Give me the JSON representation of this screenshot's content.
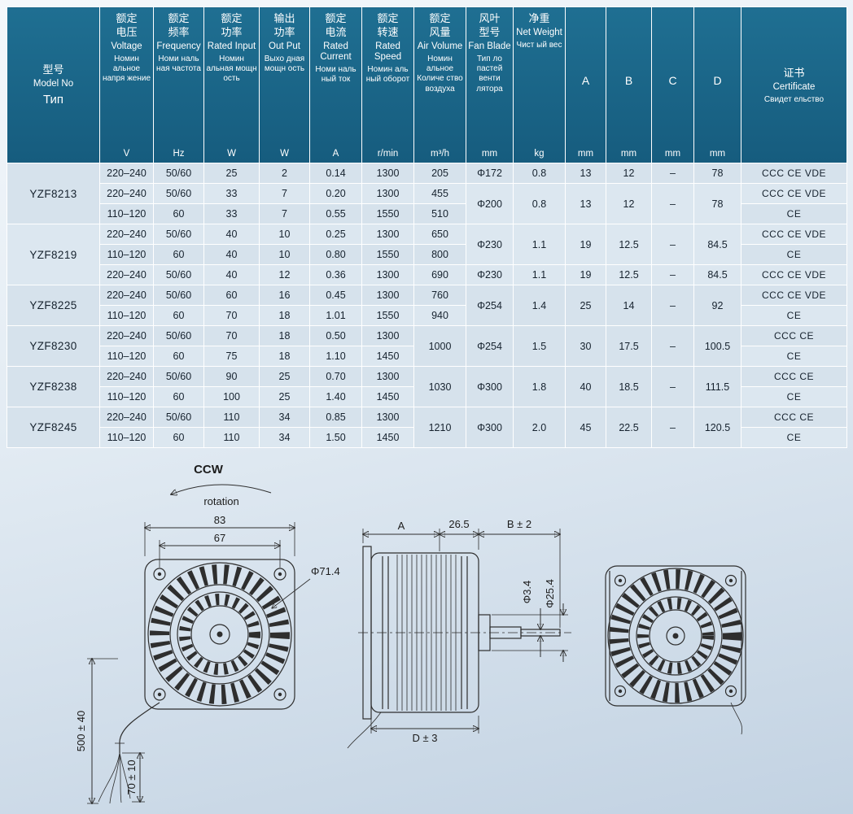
{
  "table": {
    "header": {
      "model": {
        "zh": "型号",
        "en": "Model No",
        "ru": "Тип"
      },
      "voltage": {
        "zh1": "额定",
        "zh2": "电压",
        "en": "Voltage",
        "ru": "Номин альное напря жение",
        "unit": "V"
      },
      "frequency": {
        "zh1": "额定",
        "zh2": "频率",
        "en": "Frequency",
        "ru": "Номи наль ная частота",
        "unit": "Hz"
      },
      "input": {
        "zh1": "额定",
        "zh2": "功率",
        "en": "Rated Input",
        "ru": "Номин альная мощн ость",
        "unit": "W"
      },
      "output": {
        "zh1": "输出",
        "zh2": "功率",
        "en": "Out Put",
        "ru": "Выхо дная мощн ость",
        "unit": "W"
      },
      "current": {
        "zh1": "额定",
        "zh2": "电流",
        "en": "Rated Current",
        "ru": "Номи наль ный ток",
        "unit": "A"
      },
      "speed": {
        "zh1": "额定",
        "zh2": "转速",
        "en": "Rated Speed",
        "ru": "Номин аль ный оборот",
        "unit": "r/min"
      },
      "volume": {
        "zh1": "额定",
        "zh2": "风量",
        "en": "Air Volume",
        "ru": "Номин альное Количе ство воздуха",
        "unit": "m³/h"
      },
      "fan": {
        "zh1": "风叶",
        "zh2": "型号",
        "en": "Fan Blade",
        "ru": "Тип ло пастей венти лятора",
        "unit": "mm"
      },
      "weight": {
        "zh": "净重",
        "en": "Net Weight",
        "ru": "Чист ый вес",
        "unit": "kg"
      },
      "a": {
        "label": "A",
        "unit": "mm"
      },
      "b": {
        "label": "B",
        "unit": "mm"
      },
      "c": {
        "label": "C",
        "unit": "mm"
      },
      "d": {
        "label": "D",
        "unit": "mm"
      },
      "cert": {
        "zh": "证书",
        "en": "Certificate",
        "ru": "Свидет ельство"
      }
    },
    "body": {
      "g0": {
        "model": "YZF8213",
        "r0": {
          "v": "220–240",
          "hz": "50/60",
          "win": "25",
          "wout": "2",
          "amp": "0.14",
          "rpm": "1300",
          "vol": "205",
          "fan": "Φ172",
          "kg": "0.8",
          "A": "13",
          "B": "12",
          "C": "–",
          "D": "78",
          "cert": "CCC CE VDE"
        },
        "r1": {
          "v": "220–240",
          "hz": "50/60",
          "win": "33",
          "wout": "7",
          "amp": "0.20",
          "rpm": "1300",
          "vol": "455",
          "fan": "Φ200",
          "kg": "0.8",
          "A": "13",
          "B": "12",
          "C": "–",
          "D": "78",
          "cert": "CCC CE VDE"
        },
        "r2": {
          "v": "110–120",
          "hz": "60",
          "win": "33",
          "wout": "7",
          "amp": "0.55",
          "rpm": "1550",
          "vol": "510",
          "cert": "CE"
        }
      },
      "g1": {
        "model": "YZF8219",
        "r0": {
          "v": "220–240",
          "hz": "50/60",
          "win": "40",
          "wout": "10",
          "amp": "0.25",
          "rpm": "1300",
          "vol": "650",
          "fan": "Φ230",
          "kg": "1.1",
          "A": "19",
          "B": "12.5",
          "C": "–",
          "D": "84.5",
          "cert": "CCC CE VDE"
        },
        "r1": {
          "v": "110–120",
          "hz": "60",
          "win": "40",
          "wout": "10",
          "amp": "0.80",
          "rpm": "1550",
          "vol": "800",
          "cert": "CE"
        },
        "r2": {
          "v": "220–240",
          "hz": "50/60",
          "win": "40",
          "wout": "12",
          "amp": "0.36",
          "rpm": "1300",
          "vol": "690",
          "fan": "Φ230",
          "kg": "1.1",
          "A": "19",
          "B": "12.5",
          "C": "–",
          "D": "84.5",
          "cert": "CCC CE VDE"
        }
      },
      "g2": {
        "model": "YZF8225",
        "r0": {
          "v": "220–240",
          "hz": "50/60",
          "win": "60",
          "wout": "16",
          "amp": "0.45",
          "rpm": "1300",
          "vol": "760",
          "fan": "Φ254",
          "kg": "1.4",
          "A": "25",
          "B": "14",
          "C": "–",
          "D": "92",
          "cert": "CCC CE VDE"
        },
        "r1": {
          "v": "110–120",
          "hz": "60",
          "win": "70",
          "wout": "18",
          "amp": "1.01",
          "rpm": "1550",
          "vol": "940",
          "cert": "CE"
        }
      },
      "g3": {
        "model": "YZF8230",
        "r0": {
          "v": "220–240",
          "hz": "50/60",
          "win": "70",
          "wout": "18",
          "amp": "0.50",
          "rpm": "1300",
          "vol": "1000",
          "fan": "Φ254",
          "kg": "1.5",
          "A": "30",
          "B": "17.5",
          "C": "–",
          "D": "100.5",
          "cert": "CCC CE"
        },
        "r1": {
          "v": "110–120",
          "hz": "60",
          "win": "75",
          "wout": "18",
          "amp": "1.10",
          "rpm": "1450",
          "cert": "CE"
        }
      },
      "g4": {
        "model": "YZF8238",
        "r0": {
          "v": "220–240",
          "hz": "50/60",
          "win": "90",
          "wout": "25",
          "amp": "0.70",
          "rpm": "1300",
          "vol": "1030",
          "fan": "Φ300",
          "kg": "1.8",
          "A": "40",
          "B": "18.5",
          "C": "–",
          "D": "111.5",
          "cert": "CCC CE"
        },
        "r1": {
          "v": "110–120",
          "hz": "60",
          "win": "100",
          "wout": "25",
          "amp": "1.40",
          "rpm": "1450",
          "cert": "CE"
        }
      },
      "g5": {
        "model": "YZF8245",
        "r0": {
          "v": "220–240",
          "hz": "50/60",
          "win": "110",
          "wout": "34",
          "amp": "0.85",
          "rpm": "1300",
          "vol": "1210",
          "fan": "Φ300",
          "kg": "2.0",
          "A": "45",
          "B": "22.5",
          "C": "–",
          "D": "120.5",
          "cert": "CCC CE"
        },
        "r1": {
          "v": "110–120",
          "hz": "60",
          "win": "110",
          "wout": "34",
          "amp": "1.50",
          "rpm": "1450",
          "cert": "CE"
        }
      }
    }
  },
  "drawing": {
    "ccw_label": "CCW",
    "rotation_label": "rotation",
    "front_width": "83",
    "hole_spacing": "67",
    "boss_dia": "Φ71.4",
    "dim_a": "A",
    "dim_26_5": "26.5",
    "dim_b": "B ± 2",
    "shaft_dia": "Φ3.4",
    "hub_dia": "Φ25.4",
    "dim_d": "D ± 3",
    "wire_length": "500 ± 40",
    "strip_length": "70 ± 10"
  }
}
